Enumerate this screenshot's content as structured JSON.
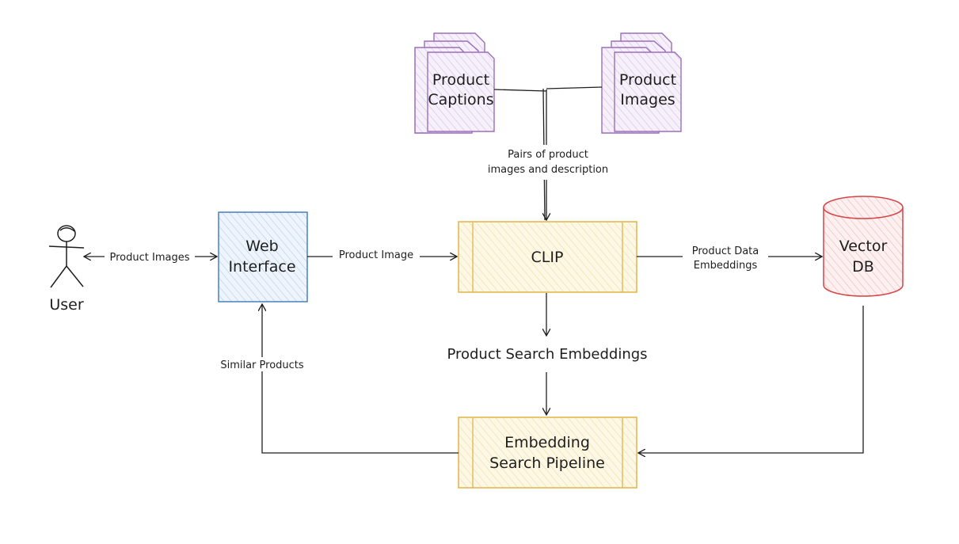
{
  "colors": {
    "stroke": "#1e1e1e",
    "blue": "#4a7fc0",
    "blue_fill": "#dbe7f6",
    "yellow": "#e0b54a",
    "yellow_fill": "#fbf0cc",
    "red": "#d64545",
    "red_fill": "#fbdede",
    "purple": "#9b6fbb",
    "purple_fill": "#e9dcf2"
  },
  "nodes": {
    "user": {
      "label": "User"
    },
    "web_interface": {
      "line1": "Web",
      "line2": "Interface"
    },
    "clip": {
      "label": "CLIP"
    },
    "vector_db": {
      "line1": "Vector",
      "line2": "DB"
    },
    "product_captions": {
      "line1": "Product",
      "line2": "Captions"
    },
    "product_images": {
      "line1": "Product",
      "line2": "Images"
    },
    "search_embeddings": {
      "label": "Product Search Embeddings"
    },
    "embedding_pipeline": {
      "line1": "Embedding",
      "line2": "Search Pipeline"
    }
  },
  "edges": {
    "user_web": "Product Images",
    "web_clip": "Product Image",
    "pairs": {
      "line1": "Pairs of product",
      "line2": "images and description"
    },
    "clip_db": {
      "line1": "Product Data",
      "line2": "Embeddings"
    },
    "similar": "Similar Products"
  }
}
